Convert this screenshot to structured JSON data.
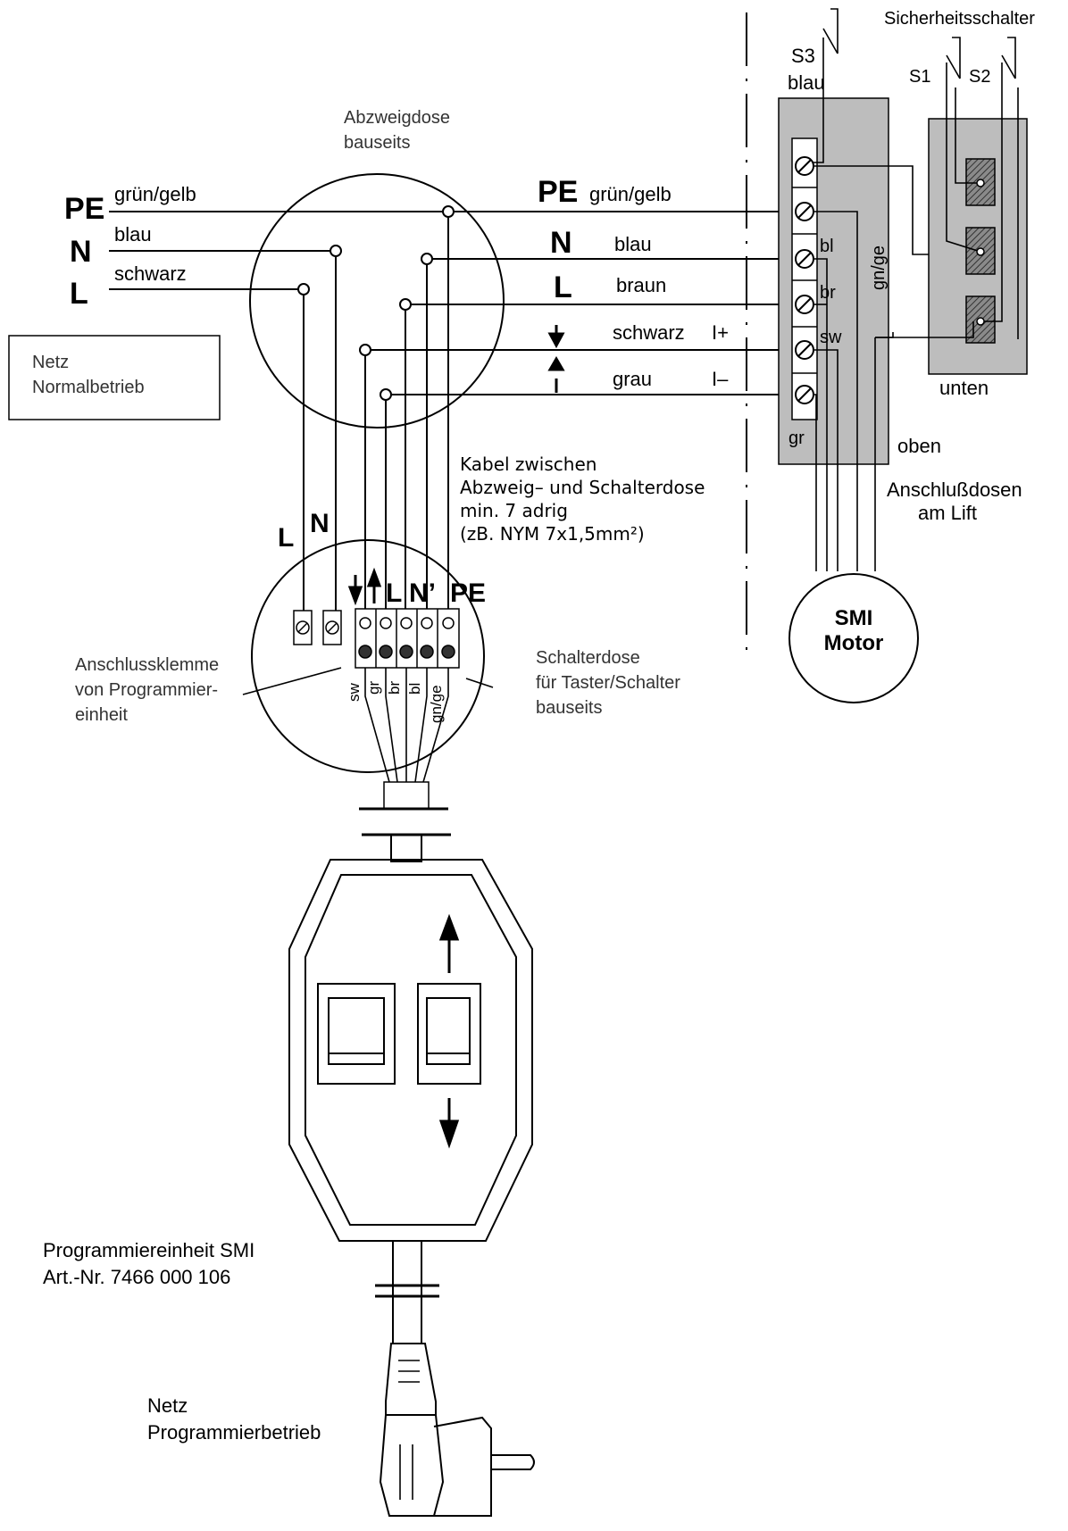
{
  "mains_left": {
    "pe": {
      "label": "PE",
      "color": "grün/gelb"
    },
    "n": {
      "label": "N",
      "color": "blau"
    },
    "l": {
      "label": "L",
      "color": "schwarz"
    }
  },
  "netz_box": {
    "line1": "Netz",
    "line2": "Normalbetrieb"
  },
  "junction_box": {
    "line1": "Abzweigdose",
    "line2": "bauseits"
  },
  "wires_right": [
    {
      "symbol": "PE",
      "color": "grün/gelb",
      "suffix": ""
    },
    {
      "symbol": "N",
      "color": "blau",
      "suffix": ""
    },
    {
      "symbol": "L",
      "color": "braun",
      "suffix": ""
    },
    {
      "symbol": "down-arrow",
      "color": "schwarz",
      "suffix": "I+"
    },
    {
      "symbol": "up-arrow",
      "color": "grau",
      "suffix": "I–"
    }
  ],
  "cable_note": {
    "line1": "Kabel zwischen",
    "line2": "Abzweig– und Schalterdose",
    "line3": "min. 7 adrig",
    "line4": "(zB. NYM 7x1,5mm²)"
  },
  "switch_box": {
    "label_l": "L",
    "label_n": "N",
    "terminal_labels": {
      "l": "L",
      "n_prime": "N’",
      "pe": "PE"
    },
    "wire_codes": [
      "sw",
      "gr",
      "br",
      "bl",
      "gn/ge"
    ],
    "caption_line1": "Schalterdose",
    "caption_line2": "für Taster/Schalter",
    "caption_line3": "bauseits"
  },
  "terminal_caption": {
    "line1": "Anschlussklemme",
    "line2": "von Programmier-",
    "line3": "einheit"
  },
  "lift_box": {
    "s3_label": "S3",
    "s3_color": "blau",
    "terminal_codes": {
      "bl": "bl",
      "br": "br",
      "sw": "sw",
      "gr": "gr",
      "gnge": "gn/ge"
    },
    "oben": "oben",
    "caption_line1": "Anschlußdosen",
    "caption_line2": "am Lift"
  },
  "safety_switches": {
    "title": "Sicherheitsschalter",
    "s1": "S1",
    "s2": "S2",
    "unten": "unten"
  },
  "motor": {
    "line1": "SMI",
    "line2": "Motor"
  },
  "programmer": {
    "line1": "Programmiereinheit SMI",
    "line2": "Art.-Nr. 7466 000 106"
  },
  "plug_caption": {
    "line1": "Netz",
    "line2": "Programmierbetrieb"
  },
  "colors": {
    "ink": "#000000",
    "box_fill": "#bdbdbd",
    "hatch": "#444444"
  }
}
